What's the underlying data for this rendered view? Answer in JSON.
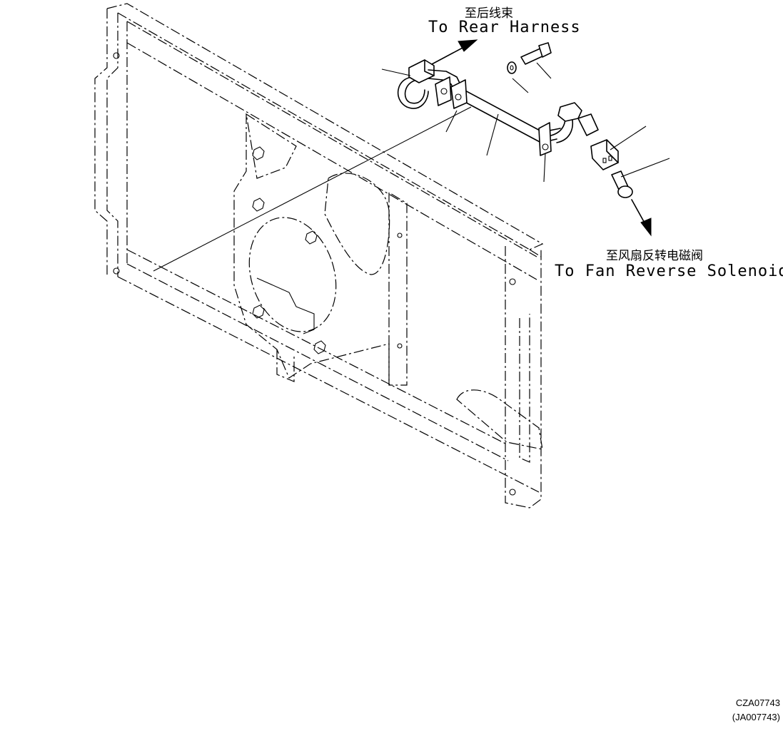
{
  "labels": {
    "rear_harness_cn": "至后线束",
    "rear_harness_en": "To Rear Harness",
    "fan_solenoid_cn": "至风扇反转电磁阀",
    "fan_solenoid_en": "To Fan Reverse Solenoid"
  },
  "codes": {
    "drawing_code": "CZA07743",
    "alt_code": "(JA007743)"
  }
}
